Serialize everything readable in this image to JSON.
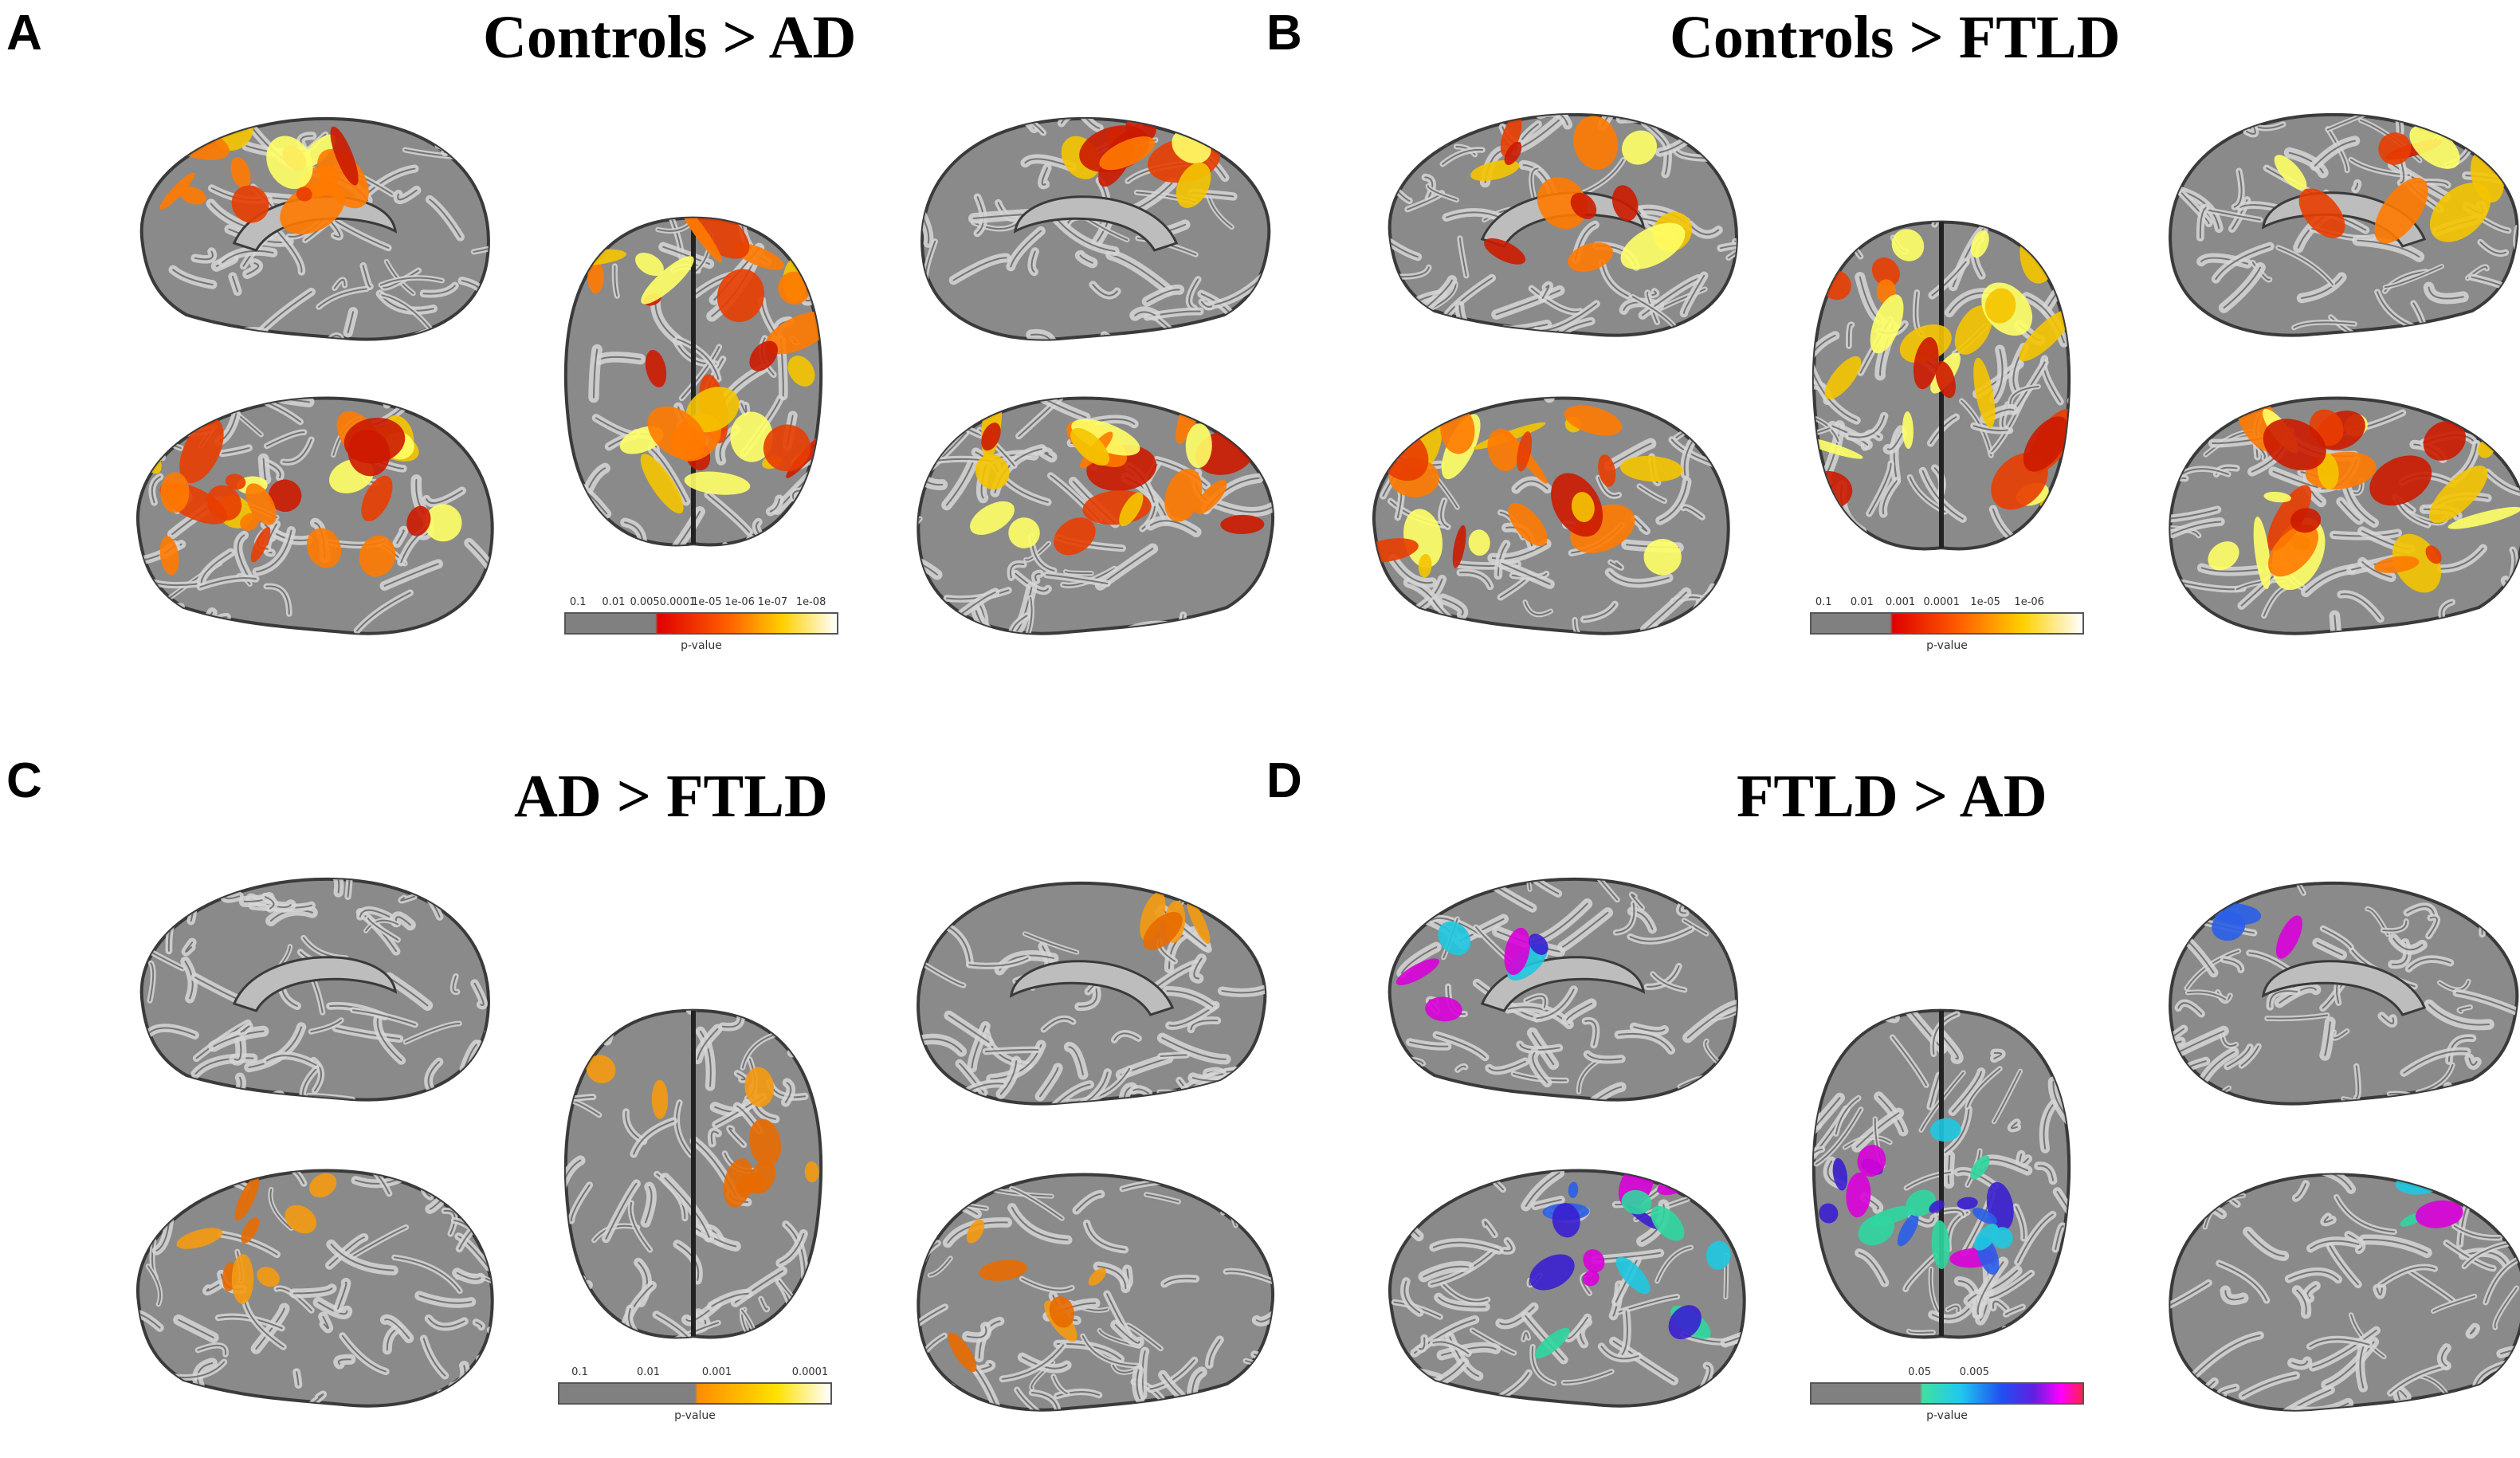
{
  "panels": [
    {
      "letter": "A",
      "title": "Controls > AD",
      "colorbar": {
        "ticks": [
          "0.1",
          "0.01",
          "0.0050.0001",
          "1e-05",
          "1e-06",
          "1e-07",
          "1e-08"
        ],
        "label": "p-value"
      }
    },
    {
      "letter": "B",
      "title": "Controls > FTLD",
      "colorbar": {
        "ticks": [
          "0.1",
          "0.01",
          "0.001",
          "0.0001",
          "1e-05",
          "1e-06"
        ],
        "label": "p-value"
      }
    },
    {
      "letter": "C",
      "title": "AD > FTLD",
      "colorbar": {
        "ticks": [
          "0.1",
          "0.01",
          "0.001",
          "0.0001"
        ],
        "label": "p-value"
      }
    },
    {
      "letter": "D",
      "title": "FTLD > AD",
      "colorbar": {
        "ticks": [
          "0.05",
          "0.005"
        ],
        "label": "p-value"
      }
    }
  ],
  "colors": {
    "cortex_fill": "#8a8a8a",
    "cortex_dark": "#3a3a3a",
    "sulci": "#d6d6d6",
    "hot": [
      "#cc1a00",
      "#e83d00",
      "#ff7a00",
      "#f5c400",
      "#ffff66"
    ],
    "orange": [
      "#e86a00",
      "#f59a10"
    ],
    "cool": [
      "#2fd6a0",
      "#1ec8e0",
      "#2a5ee8",
      "#3a1fd0",
      "#d800d8"
    ]
  }
}
